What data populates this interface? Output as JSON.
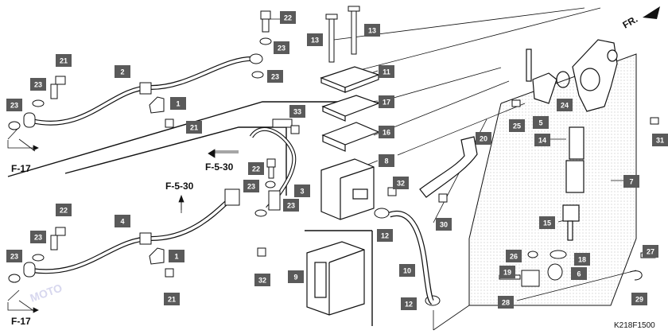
{
  "diagram": {
    "code": "K218F1500",
    "direction_label": "FR.",
    "watermark": "MOTO",
    "callouts": [
      "1",
      "2",
      "3",
      "4",
      "5",
      "6",
      "7",
      "8",
      "9",
      "10",
      "11",
      "12",
      "13",
      "14",
      "15",
      "16",
      "17",
      "18",
      "19",
      "20",
      "21",
      "22",
      "23",
      "24",
      "25",
      "26",
      "27",
      "28",
      "29",
      "30",
      "31",
      "32",
      "33"
    ],
    "refs": {
      "f17": "F-17",
      "f530": "F-5-30"
    }
  }
}
